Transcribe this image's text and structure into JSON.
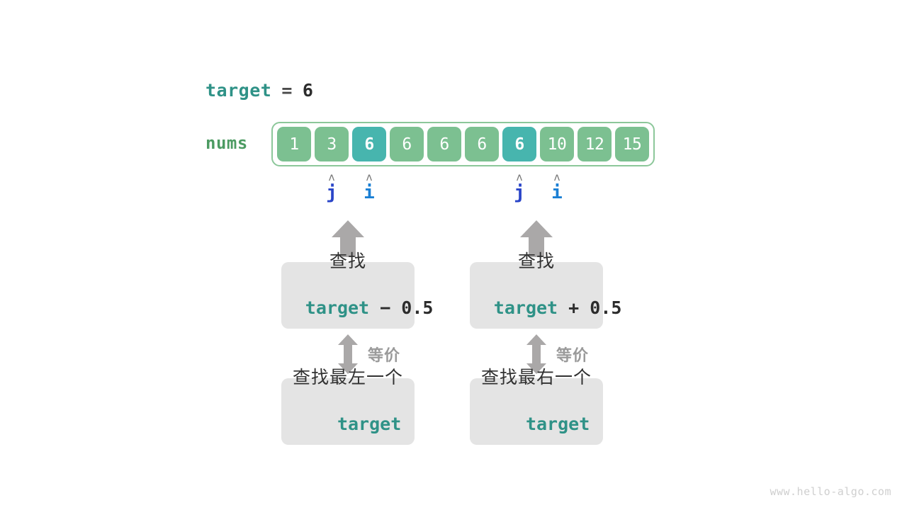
{
  "title_line": {
    "variable": "target",
    "equals": "=",
    "value": "6"
  },
  "array": {
    "label": "nums",
    "values": [
      "1",
      "3",
      "6",
      "6",
      "6",
      "6",
      "6",
      "10",
      "12",
      "15"
    ],
    "highlighted_indices": [
      2,
      6
    ],
    "cell_color": "#7cc091",
    "highlight_color": "#47b5ae",
    "border_color": "#8cc79a"
  },
  "pointers": [
    {
      "name": "j",
      "caret": "ʌ",
      "cell_index": 1,
      "color": "#2a45c8"
    },
    {
      "name": "i",
      "caret": "ʌ",
      "cell_index": 2,
      "color": "#1a7fd4"
    },
    {
      "name": "j",
      "caret": "ʌ",
      "cell_index": 6,
      "color": "#2a45c8"
    },
    {
      "name": "i",
      "caret": "ʌ",
      "cell_index": 7,
      "color": "#1a7fd4"
    }
  ],
  "branches": [
    {
      "side": "left",
      "upper_box": {
        "line1": "查找",
        "expr_keyword": "target",
        "expr_operator": " − 0.5"
      },
      "equivalence_label": "等价",
      "lower_box": {
        "line1": "查找最左一个",
        "expr_keyword": "target"
      }
    },
    {
      "side": "right",
      "upper_box": {
        "line1": "查找",
        "expr_keyword": "target",
        "expr_operator": " + 0.5"
      },
      "equivalence_label": "等价",
      "lower_box": {
        "line1": "查找最右一个",
        "expr_keyword": "target"
      }
    }
  ],
  "watermark": "www.hello-algo.com",
  "colors": {
    "keyword_teal": "#2f9287",
    "nums_green": "#4c9b62",
    "arrow_gray": "#aaa8a8",
    "box_bg": "#e4e4e4",
    "text_dark": "#2c2c2c",
    "watermark_gray": "#cfcfcf"
  }
}
